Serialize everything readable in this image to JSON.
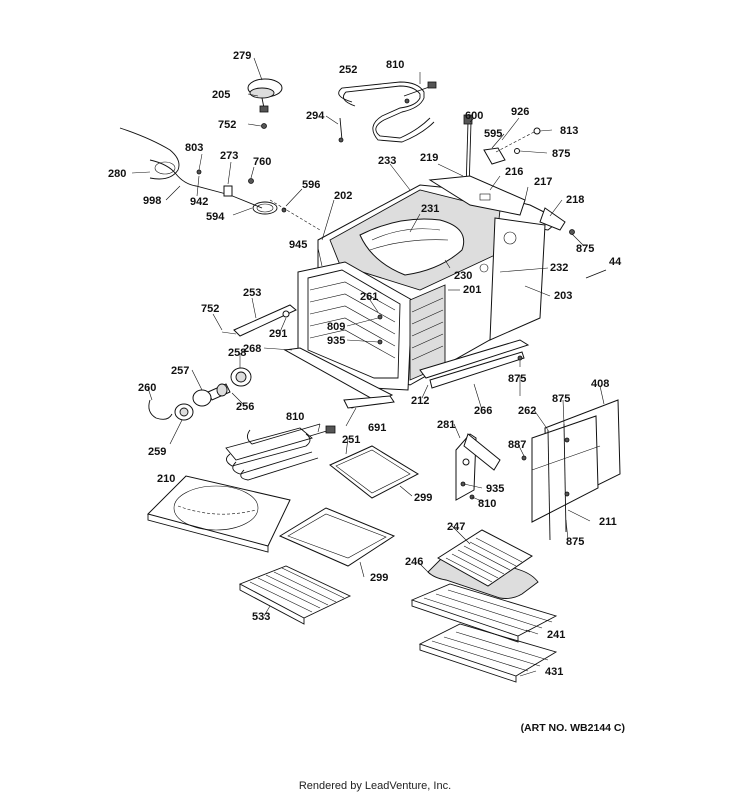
{
  "labels": [
    {
      "text": "279"
    },
    {
      "text": "205"
    },
    {
      "text": "752"
    },
    {
      "text": "252"
    },
    {
      "text": "810"
    },
    {
      "text": "294"
    },
    {
      "text": "600"
    },
    {
      "text": "926"
    },
    {
      "text": "595"
    },
    {
      "text": "813"
    },
    {
      "text": "875"
    },
    {
      "text": "280"
    },
    {
      "text": "803"
    },
    {
      "text": "273"
    },
    {
      "text": "760"
    },
    {
      "text": "233"
    },
    {
      "text": "219"
    },
    {
      "text": "216"
    },
    {
      "text": "217"
    },
    {
      "text": "998"
    },
    {
      "text": "942"
    },
    {
      "text": "594"
    },
    {
      "text": "596"
    },
    {
      "text": "202"
    },
    {
      "text": "231"
    },
    {
      "text": "218"
    },
    {
      "text": "875"
    },
    {
      "text": "945"
    },
    {
      "text": "230"
    },
    {
      "text": "232"
    },
    {
      "text": "44"
    },
    {
      "text": "201"
    },
    {
      "text": "203"
    },
    {
      "text": "253"
    },
    {
      "text": "261"
    },
    {
      "text": "752"
    },
    {
      "text": "291"
    },
    {
      "text": "809"
    },
    {
      "text": "935"
    },
    {
      "text": "268"
    },
    {
      "text": "258"
    },
    {
      "text": "875"
    },
    {
      "text": "257"
    },
    {
      "text": "260"
    },
    {
      "text": "256"
    },
    {
      "text": "212"
    },
    {
      "text": "266"
    },
    {
      "text": "875"
    },
    {
      "text": "408"
    },
    {
      "text": "262"
    },
    {
      "text": "259"
    },
    {
      "text": "810"
    },
    {
      "text": "691"
    },
    {
      "text": "251"
    },
    {
      "text": "281"
    },
    {
      "text": "887"
    },
    {
      "text": "210"
    },
    {
      "text": "299"
    },
    {
      "text": "935"
    },
    {
      "text": "810"
    },
    {
      "text": "211"
    },
    {
      "text": "247"
    },
    {
      "text": "875"
    },
    {
      "text": "299"
    },
    {
      "text": "246"
    },
    {
      "text": "533"
    },
    {
      "text": "241"
    },
    {
      "text": "431"
    }
  ],
  "art_number": "(ART NO. WB2144 C)",
  "footer": "Rendered by LeadVenture, Inc."
}
